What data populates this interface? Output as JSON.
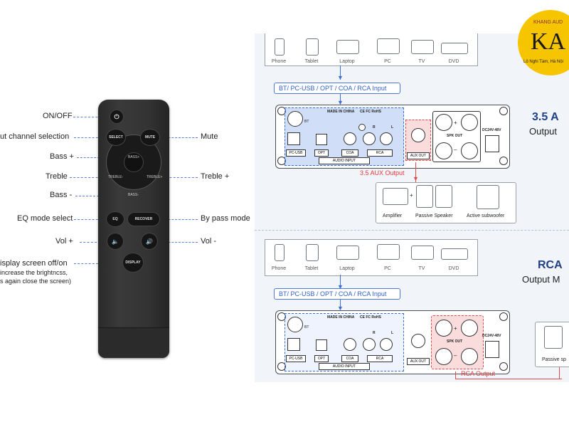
{
  "remote_labels": {
    "onoff": "ON/OFF",
    "input_select": "ut channel selection",
    "mute": "Mute",
    "bass_plus": "Bass +",
    "treble_minus": "Treble",
    "treble_plus": "Treble +",
    "bass_minus": "Bass -",
    "eq": "EQ mode select",
    "bypass": "By pass mode",
    "vol_plus": "Vol +",
    "vol_minus": "Vol -",
    "display1": "isplay screen off/on",
    "display2": "increase the brightncss,",
    "display3": "s again close the screen)"
  },
  "remote_buttons": {
    "power": "⏻",
    "select": "SELECT",
    "mute": "MUTE",
    "bass_up": "BASS+",
    "treble_down": "TREBLE-",
    "treble_up": "TREBLE+",
    "bass_down": "BASS-",
    "eq": "EQ",
    "recover": "RECOVER",
    "vol_down": "🔈",
    "vol_up": "🔊",
    "display": "DISPLAY"
  },
  "sources": [
    "Phone",
    "Tablet",
    "Laptop",
    "PC",
    "TV",
    "DVD"
  ],
  "input_bar": "BT/ PC-USB / OPT / COA / RCA Input",
  "amp": {
    "made_in": "MADE IN CHINA",
    "marks": "CE FC RoHS",
    "bt": "BT",
    "pc_usb": "PC-USB",
    "opt": "OPT",
    "coa": "COA",
    "rca": "RCA",
    "l": "L",
    "r": "R",
    "audio_input": "AUDIO INPUT",
    "aux_out": "AUX OUT",
    "spk_out": "SPK OUT",
    "plus": "+",
    "minus": "–",
    "dc": "DC24V-48V"
  },
  "section1": {
    "title": "3.5 A",
    "subtitle": "Output",
    "out_label": "3.5 AUX Output",
    "devices": [
      "Amplifier",
      "Passive Speaker",
      "Active subwoofer"
    ],
    "plus": "+"
  },
  "section2": {
    "title": "RCA",
    "subtitle": "Output M",
    "out_label": "RCA Output",
    "devices": [
      "Passive sp"
    ]
  },
  "logo": {
    "top": "KHANG AUD",
    "mark": "KA",
    "bottom": "Lô Nghi Tàm, Hà Nội"
  },
  "colors": {
    "blue": "#3b6fd8",
    "red": "#e04a4a",
    "title": "#1f3f86",
    "logo": "#f7c400"
  }
}
